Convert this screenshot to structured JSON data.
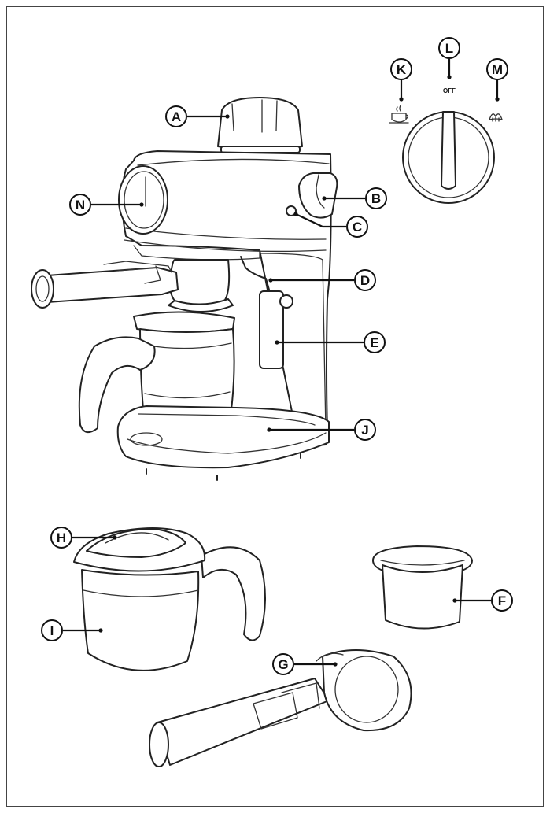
{
  "callouts": {
    "A": "A",
    "B": "B",
    "C": "C",
    "D": "D",
    "E": "E",
    "F": "F",
    "G": "G",
    "H": "H",
    "I": "I",
    "J": "J",
    "K": "K",
    "L": "L",
    "M": "M",
    "N": "N"
  },
  "dial": {
    "off_label": "OFF"
  },
  "icons": [
    "coffee-cup-icon",
    "steam-icon"
  ]
}
